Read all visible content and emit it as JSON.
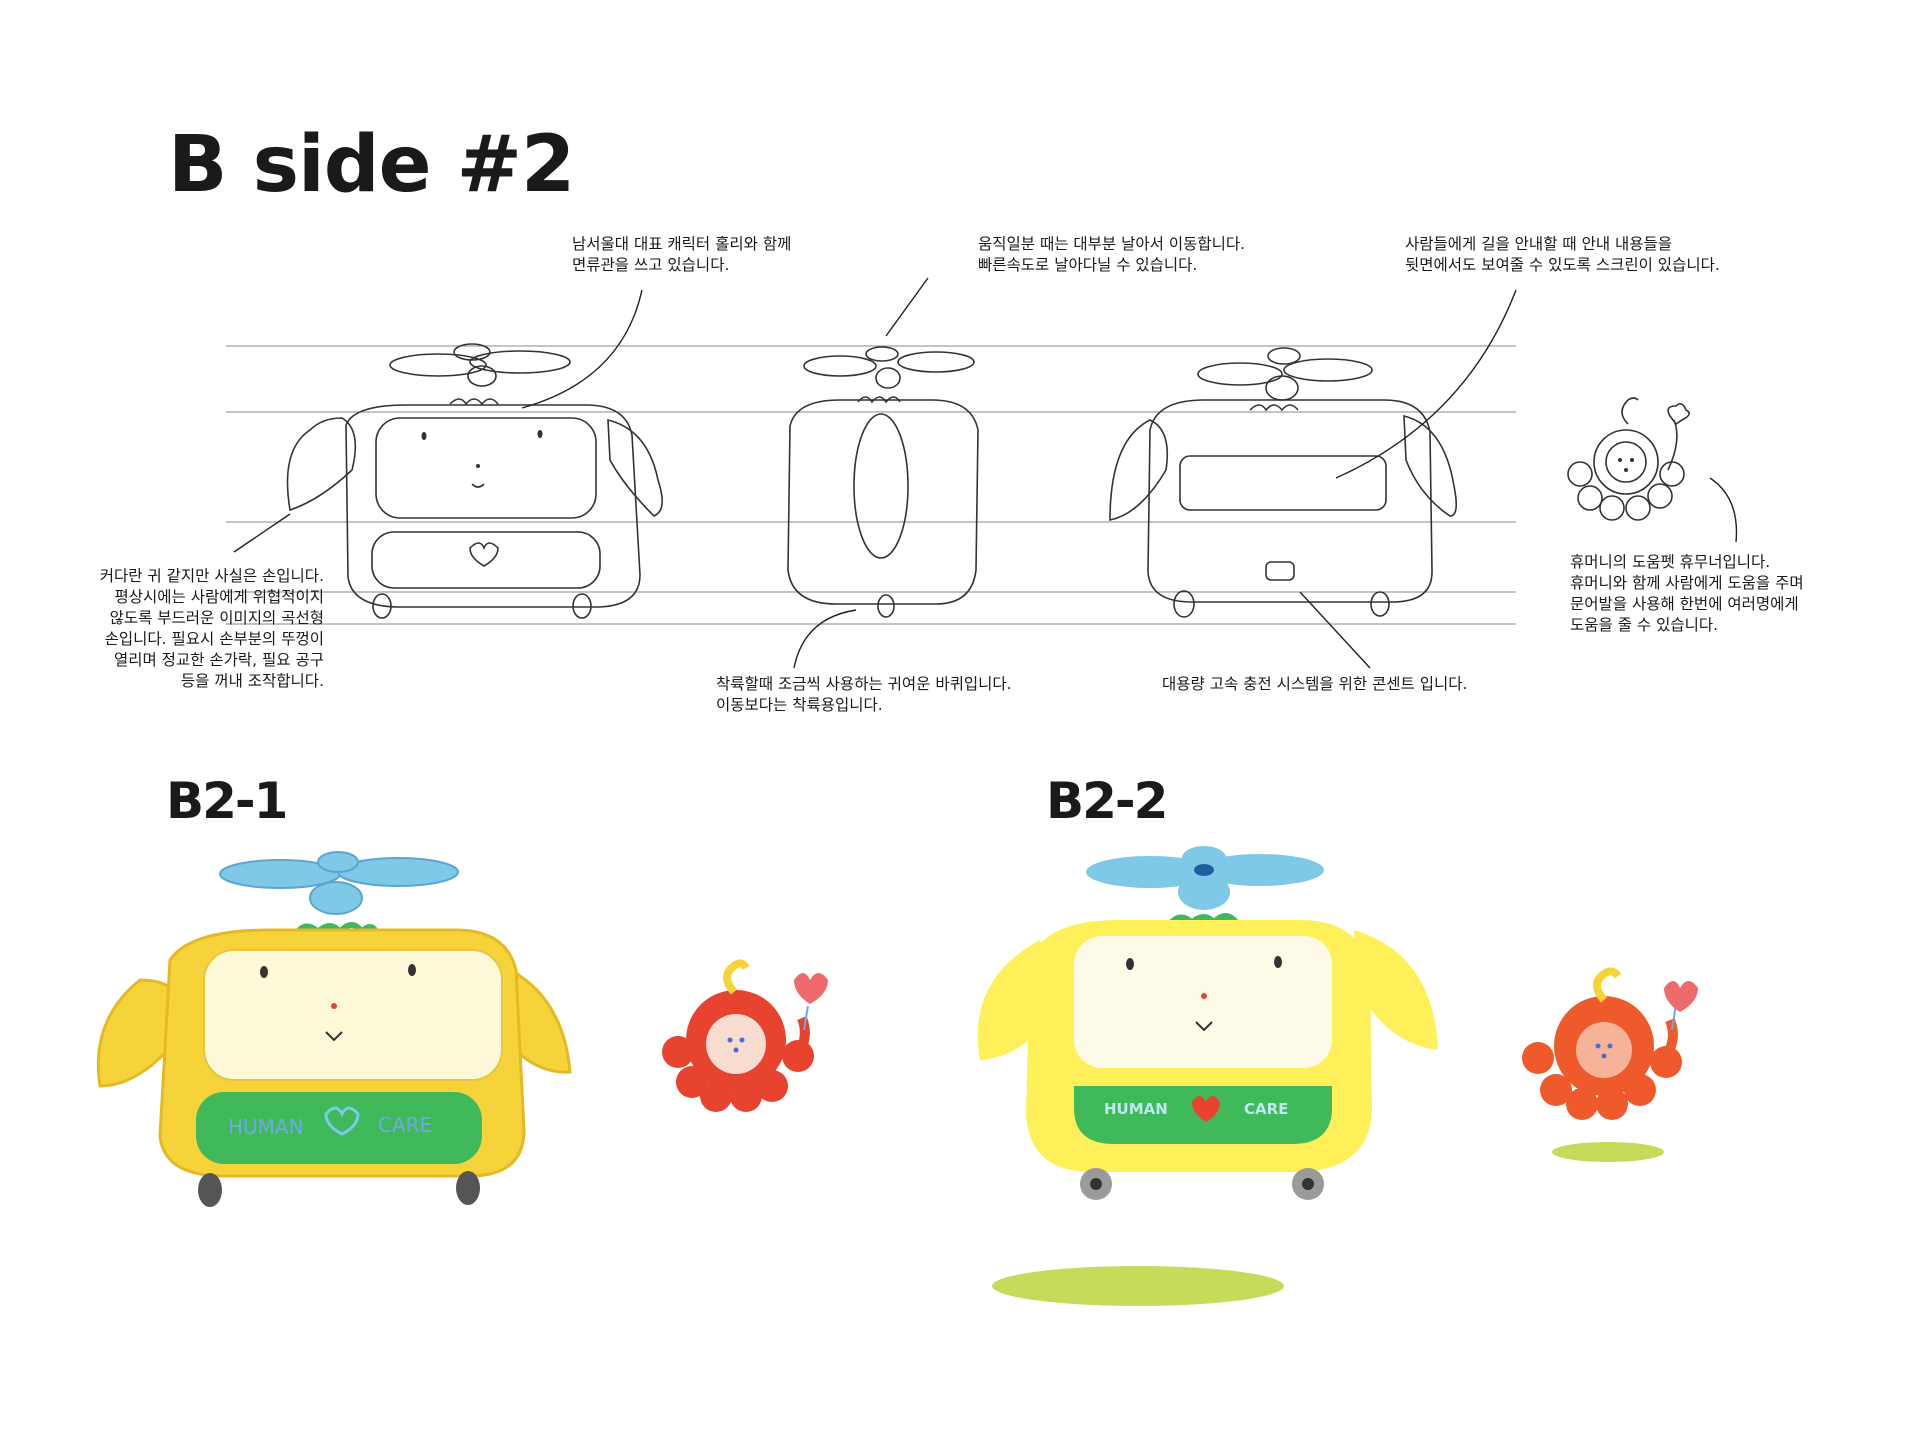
{
  "page": {
    "title": "B side #2",
    "section_b21": "B2-1",
    "section_b22": "B2-2"
  },
  "annotations": {
    "crown": "남서울대 대표 캐릭터 홀리와 함께\n면류관을 쓰고 있습니다.",
    "flight": "움직일분 때는 대부분 날아서 이동합니다.\n빠른속도로 날아다닐 수 있습니다.",
    "screen": "사람들에게 길을 안내할 때 안내 내용들을\n뒷면에서도 보여줄 수 있도록 스크린이 있습니다.",
    "hands": "커다란 귀 같지만 사실은 손입니다.\n평상시에는 사람에게 위협적이지\n않도록 부드러운 이미지의 곡선형\n손입니다. 필요시 손부분의 뚜껑이\n열리며 정교한 손가락, 필요 공구\n등을 꺼내 조작합니다.",
    "wheels": "착륙할때 조금씩 사용하는 귀여운 바퀴입니다.\n이동보다는 착륙용입니다.",
    "outlet": "대용량 고속 충전 시스템을 위한 콘센트 입니다.",
    "pet": "휴머니의 도움펫 휴무너입니다.\n휴머니와 함께 사람에게 도움을 주며\n문어발을 사용해 한번에 여러명에게\n도움을 줄 수 있습니다."
  },
  "illustrations": {
    "b21_panel_text_left": "HUMAN",
    "b21_panel_text_right": "CARE",
    "b22_panel_text_left": "HUMAN",
    "b22_panel_text_right": "CARE"
  },
  "colors": {
    "yellow_b21": "#f7d33a",
    "yellow_b22": "#fff05a",
    "screen": "#fdf8d8",
    "green": "#3fb95a",
    "propeller": "#7ec8e8",
    "pet_red": "#e8432f",
    "pet_orange": "#ee5a2c",
    "shadow": "#c5dc5a"
  }
}
